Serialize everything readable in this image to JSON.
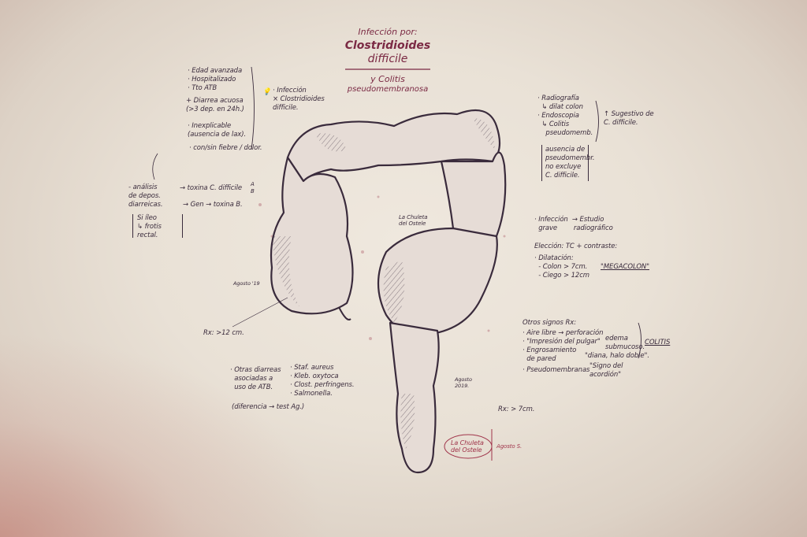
{
  "title": {
    "line1": "Infección por:",
    "line2": "Clostridioides",
    "line3": "difficile",
    "line4": "y Colitis",
    "line5": "pseudomembranosa"
  },
  "left_notes": {
    "risk_factors": "· Edad avanzada\n· Hospitalizado\n· Tto ATB",
    "diarrhea": "+ Diarrea acuosa\n(>3 dep. en 24h.)",
    "unexplained": "· Inexplicable\n(ausencia de lax).",
    "fever": "· con/sin fiebre / dolor.",
    "conclusion": "· Infección\n× Clostridioides\ndifficile.",
    "analysis": "- análisis\nde depos.\ndiarreicas.",
    "toxin": "→ toxina C. difficile",
    "toxin_types": "A\nB",
    "gen": "→ Gen → toxina B.",
    "ileo": "Si íleo\n↳ frotis\nrectal."
  },
  "right_notes": {
    "imaging": "· Radiografía\n  ↳ dilat colon\n· Endoscopia\n  ↳ Colitis\n    pseudomemb.",
    "suggestive": "↑ Sugestivo de\nC. difficile.",
    "absence": "ausencia de\npseudomembr.\nno excluye\nC. difficile.",
    "severe": "· Infección  → Estudio\n  grave        radiográfico",
    "choice": "Elección: TC + contraste:",
    "dilation": "· Dilatación:\n  - Colon > 7cm.\n  - Ciego > 12cm",
    "megacolon": "\"MEGACOLON\"",
    "other_signs_title": "Otros signos Rx:",
    "other_signs": "· Aire libre → perforación\n· \"Impresión del pulgar\"\n· Engrosamiento\n  de pared",
    "edema": "edema\nsubmucoso.",
    "diana": "\"diana, halo doble\".",
    "colitis": "COLITIS",
    "pseudomembranes": "· Pseudomembranas",
    "accordion": "\"Signo del\nacordión\""
  },
  "bottom_notes": {
    "other_diarrheas": "· Otras diarreas\n  asociadas a\n  uso de ATB.",
    "organisms": "· Staf. aureus\n· Kleb. oxytoca\n· Clost. perfringens.\n· Salmonella.",
    "difference": "(diferencia → test Ag.)",
    "rx_cecum": "Rx: >12 cm.",
    "rx_colon": "Rx: > 7cm."
  },
  "signatures": {
    "center": "La Chuleta\ndel Ostele",
    "date_left": "Agosto '19",
    "date_right": "Agosto\n2019.",
    "logo": "La Chuleta\ndel Ostele",
    "author": "Agosto S."
  },
  "colors": {
    "ink": "#3a2b3c",
    "accent": "#7b2a44",
    "paper": "#ece4da"
  }
}
